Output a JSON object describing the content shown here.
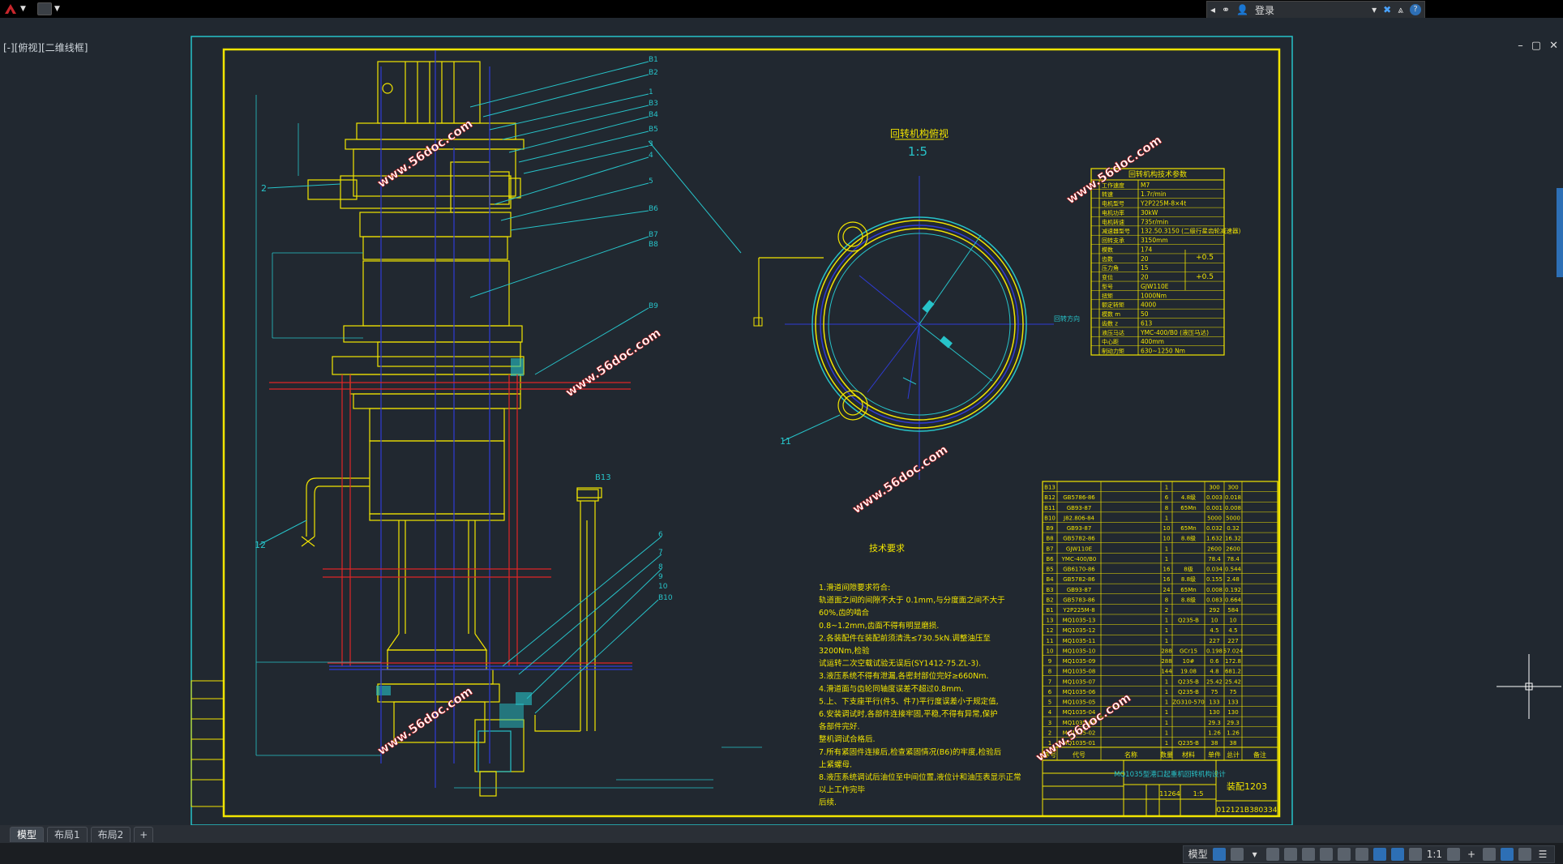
{
  "app": {
    "view_label": "[-][俯视][二维线框]",
    "login_label": "登录"
  },
  "window_controls": [
    "–",
    "▢",
    "✕"
  ],
  "drawing": {
    "section_title": "回转机构俯视",
    "scale": "1:5",
    "table_title": "回转机构技术参数",
    "tech_title": "技术要求",
    "tech_lines": [
      "1.滑道间隙要求符合:",
      "  轨道面之间的间隙不大于 0.1mm,与分度面之间不大于",
      "60%,齿的啮合",
      "  0.8~1.2mm,齿面不得有明显磨损.",
      "2.各装配件在装配前须清洗≤730.5kN.调整油压至",
      "3200Nm,检验",
      "  试运转二次空载试验无误后(SY1412-75.ZL-3).",
      "3.液压系统不得有泄漏,各密封部位完好≥660Nm.",
      "4.滑道面与齿轮同轴度误差不超过0.8mm.",
      "5.上、下支座平行(件5、件7)平行度误差小于规定值,",
      "6.安装调试时,各部件连接牢固,平稳,不得有异常,保护",
      "各部件完好.",
      "  整机调试合格后.",
      "7.所有紧固件连接后,检查紧固情况(B6)的牢度,检验后",
      "上紧螺母.",
      "8.液压系统调试后油位至中间位置,液位计和油压表显示正常",
      "以上工作完毕",
      "  后续."
    ],
    "params": [
      [
        "工作速度",
        "M7"
      ],
      [
        "转速",
        "1.7r/min"
      ],
      [
        "电机型号",
        "Y2P225M-8×4t"
      ],
      [
        "电机功率",
        "30kW"
      ],
      [
        "电机转速",
        "735r/min"
      ],
      [
        "减速器型号",
        "132.50.3150 (二级行星齿轮减速器)"
      ],
      [
        "回转支承",
        "3150mm"
      ],
      [
        "模数",
        "174"
      ],
      [
        "齿数",
        "20"
      ],
      [
        "压力角",
        "15"
      ],
      [
        "变位",
        "20"
      ],
      [
        "型号",
        "GJW110E"
      ],
      [
        "扭矩",
        "1000Nm"
      ],
      [
        "额定转矩",
        "4000"
      ],
      [
        "模数 m",
        "50"
      ],
      [
        "齿数 z",
        "613"
      ],
      [
        "液压马达",
        "YMC-400/B0 (液压马达)"
      ],
      [
        "中心距",
        "400mm"
      ],
      [
        "制动力矩",
        "630~1250 Nm"
      ]
    ],
    "param_tol": [
      "+0.5",
      "+0.5"
    ],
    "bom_head": [
      "序号",
      "代号",
      "名称",
      "数量",
      "材料",
      "单件",
      "总计",
      "备注"
    ],
    "bom": [
      [
        "B13",
        "",
        "",
        "1",
        "",
        "300",
        "300"
      ],
      [
        "B12",
        "GB5786-86",
        "",
        "6",
        "4.8级",
        "0.003",
        "0.018"
      ],
      [
        "B11",
        "GB93-87",
        "",
        "8",
        "65Mn",
        "0.001",
        "0.008"
      ],
      [
        "B10",
        "J82.806-84",
        "",
        "1",
        "",
        "5000",
        "5000"
      ],
      [
        "B9",
        "GB93-87",
        "",
        "10",
        "65Mn",
        "0.032",
        "0.32"
      ],
      [
        "B8",
        "GB5782-86",
        "",
        "10",
        "8.8级",
        "1.632",
        "16.32"
      ],
      [
        "B7",
        "GJW110E",
        "",
        "1",
        "",
        "2600",
        "2600"
      ],
      [
        "B6",
        "YMC-400/B0",
        "",
        "1",
        "",
        "78.4",
        "78.4"
      ],
      [
        "B5",
        "GB6170-86",
        "",
        "16",
        "8级",
        "0.034",
        "0.544"
      ],
      [
        "B4",
        "GB5782-86",
        "",
        "16",
        "8.8级",
        "0.155",
        "2.48"
      ],
      [
        "B3",
        "GB93-87",
        "",
        "24",
        "65Mn",
        "0.008",
        "0.192"
      ],
      [
        "B2",
        "GB5783-86",
        "",
        "8",
        "8.8级",
        "0.083",
        "0.664"
      ],
      [
        "B1",
        "Y2P225M-8",
        "",
        "2",
        "",
        "292",
        "584"
      ],
      [
        "13",
        "MQ1035-13",
        "",
        "1",
        "Q235-B",
        "10",
        "10"
      ],
      [
        "12",
        "MQ1035-12",
        "",
        "1",
        "",
        "4.5",
        "4.5"
      ],
      [
        "11",
        "MQ1035-11",
        "",
        "1",
        "",
        "227",
        "227"
      ],
      [
        "10",
        "MQ1035-10",
        "",
        "288",
        "GCr15",
        "0.198",
        "57.024"
      ],
      [
        "9",
        "MQ1035-09",
        "",
        "288",
        "10#",
        "0.6",
        "172.8"
      ],
      [
        "8",
        "MQ1035-08",
        "",
        "144",
        "19.08",
        "4.8",
        "681.2"
      ],
      [
        "7",
        "MQ1035-07",
        "",
        "1",
        "Q235-B",
        "25.42",
        "25.42"
      ],
      [
        "6",
        "MQ1035-06",
        "",
        "1",
        "Q235-B",
        "75",
        "75"
      ],
      [
        "5",
        "MQ1035-05",
        "",
        "1",
        "ZG310-570",
        "133",
        "133"
      ],
      [
        "4",
        "MQ1035-04",
        "",
        "1",
        "",
        "130",
        "130"
      ],
      [
        "3",
        "MQ1035-03",
        "",
        "1",
        "",
        "29.3",
        "29.3"
      ],
      [
        "2",
        "MQ1035-02",
        "",
        "1",
        "",
        "1.26",
        "1.26"
      ],
      [
        "1",
        "MQ1035-01",
        "",
        "1",
        "Q235-B",
        "38",
        "38"
      ]
    ],
    "titleblock": {
      "name": "MQ1035型港口起重机回转机构设计",
      "sheet_code": "装配1203",
      "student_no": "012121B380334",
      "scale": "1:5",
      "weight": "11264"
    },
    "callouts_left": [
      "2",
      "12"
    ],
    "callouts_right": [
      "B1",
      "B2",
      "1",
      "B3",
      "B4",
      "B5",
      "3",
      "4",
      "5",
      "B6",
      "B7",
      "B8",
      "B9",
      "6",
      "7",
      "8",
      "9",
      "10",
      "B10"
    ],
    "callout_b13": "B13",
    "callout_11": "11",
    "watermark": "www.56doc.com"
  },
  "tabs": [
    "模型",
    "布局1",
    "布局2"
  ],
  "tab_add": "+",
  "status": {
    "model": "模型",
    "scale": "1:1"
  },
  "colors": {
    "frame_cyan": "#27c3c9",
    "frame_yellow": "#f2e500",
    "blue": "#2f3bd6",
    "red": "#e02626",
    "watermark": "#ffffff"
  }
}
